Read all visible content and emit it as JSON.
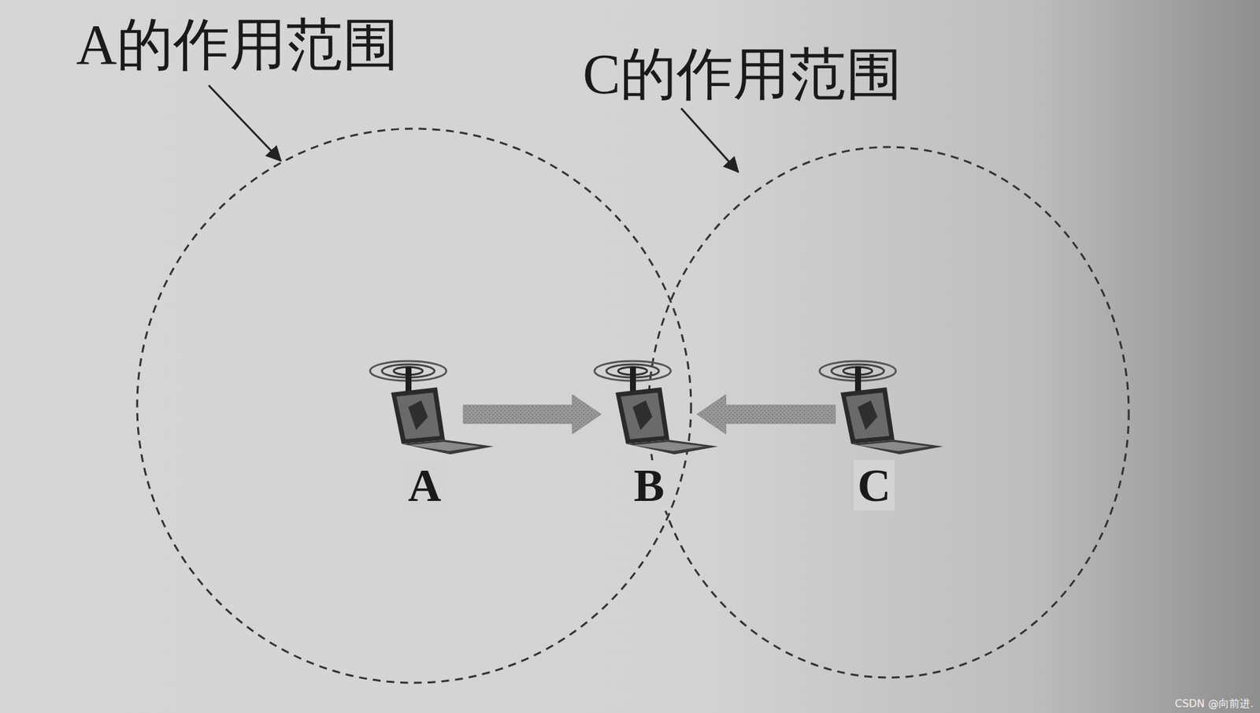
{
  "diagram": {
    "nodes": [
      {
        "text": [
          "A"
        ]
      },
      {
        "text": [
          "B"
        ]
      },
      {
        "text": [
          "C"
        ]
      }
    ],
    "edges": [
      {
        "from": 0,
        "to": 1,
        "arrow": "to"
      },
      {
        "from": 2,
        "to": 1,
        "arrow": "to"
      }
    ],
    "labels": [
      "A的作用范围",
      "C的作用范围",
      "CSDN @向前进."
    ]
  }
}
